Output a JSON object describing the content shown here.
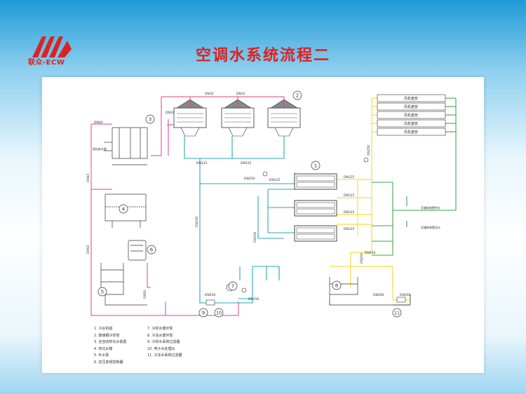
{
  "logo": {
    "text": "联众-ECW"
  },
  "title": "空调水系统流程二",
  "pipe_sizes": {
    "dn32": "DN32",
    "dn25": "DN25",
    "dn20": "DN20",
    "dn40": "DN40",
    "dn125": "DN125",
    "dn250": "DN250",
    "dn50": "DN50",
    "dn200": "DN200"
  },
  "fan_coils": [
    "风机盘管",
    "风机盘管",
    "风机盘管",
    "风机盘管",
    "风机盘管"
  ],
  "small_labels": {
    "water_in": "接自来水管",
    "supply_note": "至辅助装置供水",
    "return_note": "至辅助装置回水"
  },
  "markers": [
    "1",
    "2",
    "3",
    "4",
    "5",
    "6",
    "7",
    "8",
    "9",
    "10",
    "11"
  ],
  "legend_left": [
    "1. 冷水机组",
    "2. 玻璃钢冷却塔",
    "3. 全自动软化水装置",
    "4. 软化水箱",
    "5. 补水泵",
    "6. 定压变频控制器"
  ],
  "legend_right": [
    "7. 冷却水循环泵",
    "8. 冷冻水循环泵",
    "9. 冷却水系统过滤器",
    "10. 电子水处理仪",
    "11. 冷冻水系统过滤器"
  ],
  "colors": {
    "cooling_return": "#e0408a",
    "cooling_supply": "#2aa8b8",
    "chilled_supply": "#f2e03a",
    "chilled_return": "#3aaa4a",
    "equipment": "#333333"
  }
}
